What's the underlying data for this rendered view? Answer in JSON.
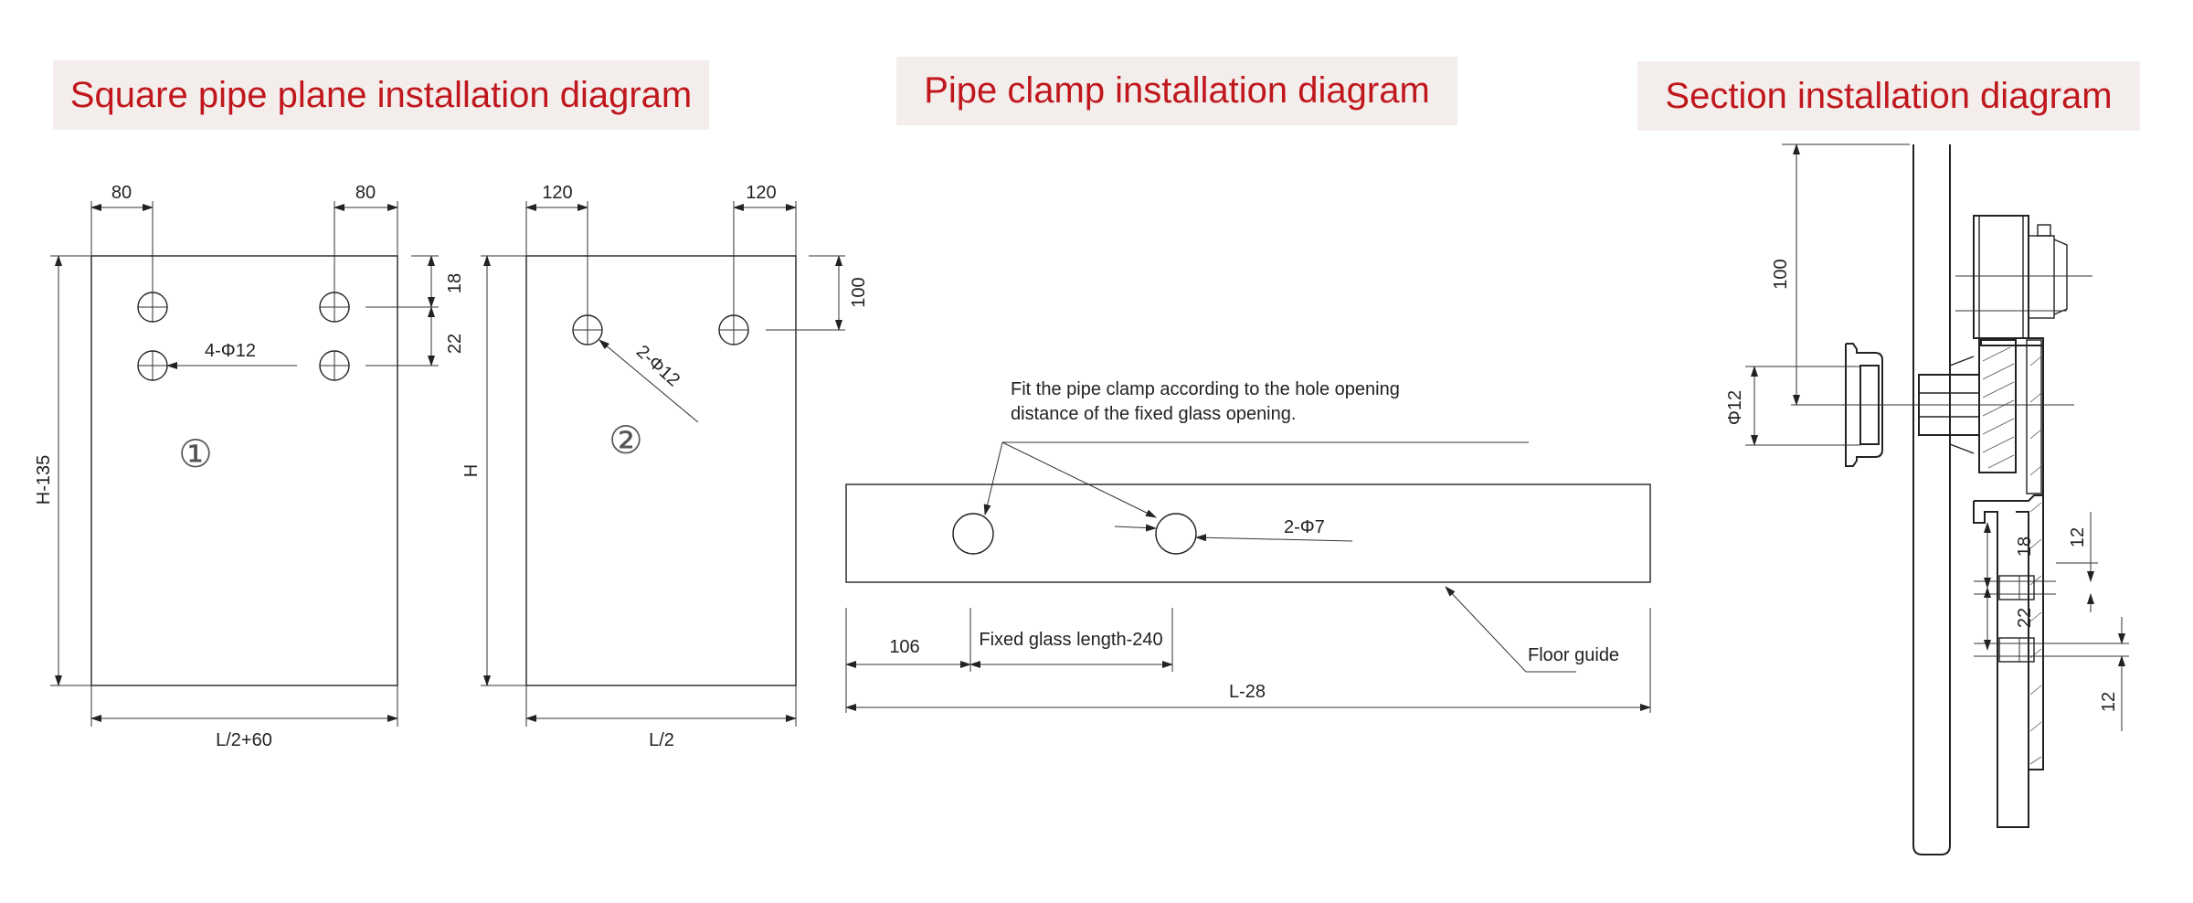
{
  "titles": {
    "square_pipe": "Square pipe plane installation diagram",
    "pipe_clamp": "Pipe clamp  installation diagram",
    "section": "Section installation diagram"
  },
  "panel1": {
    "dim_top_left": "80",
    "dim_top_right": "80",
    "dim_right_1": "18",
    "dim_right_2": "22",
    "holes_label": "4-Φ12",
    "number": "①",
    "height_label": "H-135",
    "width_label": "L/2+60"
  },
  "panel2": {
    "dim_top_left": "120",
    "dim_top_right": "120",
    "dim_right": "100",
    "holes_label": "2-Φ12",
    "number": "②",
    "height_label": "H",
    "width_label": "L/2"
  },
  "pipe_clamp": {
    "note_line1": "Fit the pipe clamp according to the hole opening",
    "note_line2": "distance of the fixed glass opening.",
    "holes_label": "2-Φ7",
    "dim_106": "106",
    "dim_fixed_glass": "Fixed glass length-240",
    "dim_total": "L-28",
    "floor_guide": "Floor guide"
  },
  "section": {
    "dim_100": "100",
    "dim_phi12": "Φ12",
    "dim_18": "18",
    "dim_22": "22",
    "dim_12_top": "12",
    "dim_12_bottom": "12"
  },
  "colors": {
    "title_text": "#c0171d",
    "title_bg": "#f3eeec",
    "line": "#222222"
  }
}
